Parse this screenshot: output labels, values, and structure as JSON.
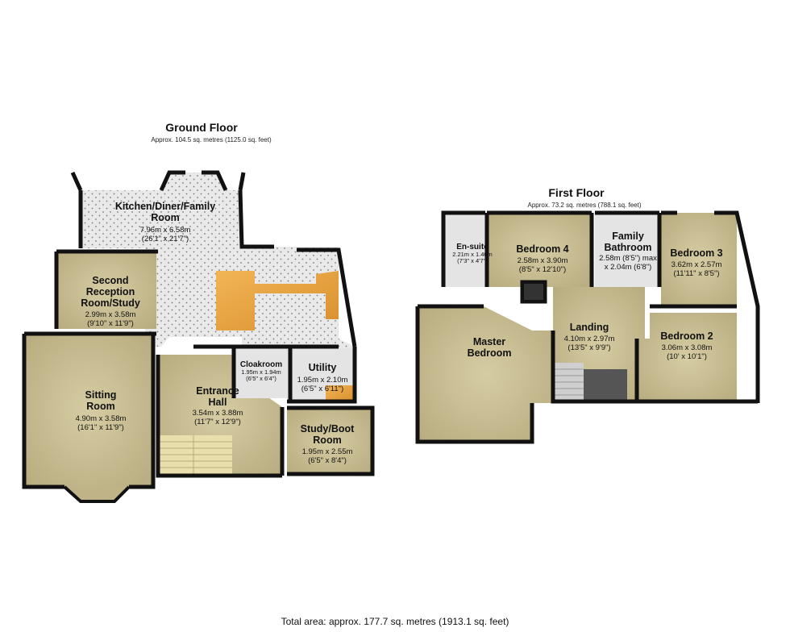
{
  "ground_floor": {
    "title": "Ground Floor",
    "area": "Approx. 104.5 sq. metres (1125.0 sq. feet)",
    "rooms": {
      "kitchen": {
        "name": [
          "Kitchen/Diner/Family",
          "Room"
        ],
        "metric": "7.96m x 6.58m",
        "imperial": "(26'1\" x 21'7\")"
      },
      "reception": {
        "name": [
          "Second",
          "Reception",
          "Room/Study"
        ],
        "metric": "2.99m x 3.58m",
        "imperial": "(9'10\" x 11'9\")"
      },
      "sitting": {
        "name": [
          "Sitting",
          "Room"
        ],
        "metric": "4.90m x 3.58m",
        "imperial": "(16'1\" x 11'9\")"
      },
      "hall": {
        "name": [
          "Entrance",
          "Hall"
        ],
        "metric": "3.54m x 3.88m",
        "imperial": "(11'7\" x 12'9\")"
      },
      "cloakroom": {
        "name": [
          "Cloakroom"
        ],
        "metric": "1.95m x 1.94m",
        "imperial": "(6'5\" x 6'4\")"
      },
      "utility": {
        "name": [
          "Utility"
        ],
        "metric": "1.95m x 2.10m",
        "imperial": "(6'5\" x 6'11\")"
      },
      "study": {
        "name": [
          "Study/Boot",
          "Room"
        ],
        "metric": "1.95m x 2.55m",
        "imperial": "(6'5\" x 8'4\")"
      }
    }
  },
  "first_floor": {
    "title": "First Floor",
    "area": "Approx. 73.2 sq. metres (788.1 sq. feet)",
    "rooms": {
      "ensuite": {
        "name": [
          "En-suite"
        ],
        "metric": "2.21m x 1.40m",
        "imperial": "(7'3\" x 4'7\")"
      },
      "bed4": {
        "name": [
          "Bedroom 4"
        ],
        "metric": "2.58m x 3.90m",
        "imperial": "(8'5\" x 12'10\")"
      },
      "bathroom": {
        "name": [
          "Family",
          "Bathroom"
        ],
        "metric": "2.58m (8'5\") max",
        "imperial": "x 2.04m (6'8\")"
      },
      "bed3": {
        "name": [
          "Bedroom 3"
        ],
        "metric": "3.62m x 2.57m",
        "imperial": "(11'11\" x 8'5\")"
      },
      "master": {
        "name": [
          "Master",
          "Bedroom"
        ]
      },
      "landing": {
        "name": [
          "Landing"
        ],
        "metric": "4.10m x 2.97m",
        "imperial": "(13'5\" x 9'9\")"
      },
      "bed2": {
        "name": [
          "Bedroom 2"
        ],
        "metric": "3.06m x 3.08m",
        "imperial": "(10' x 10'1\")"
      }
    }
  },
  "total_area": "Total area: approx. 177.7 sq. metres (1913.1 sq. feet)",
  "colors": {
    "wall": "#111111",
    "carpet": "#cbbf93",
    "tile": "#e6e6e6",
    "worktop": "#e6a23e",
    "stairs": "#e9dfac"
  }
}
